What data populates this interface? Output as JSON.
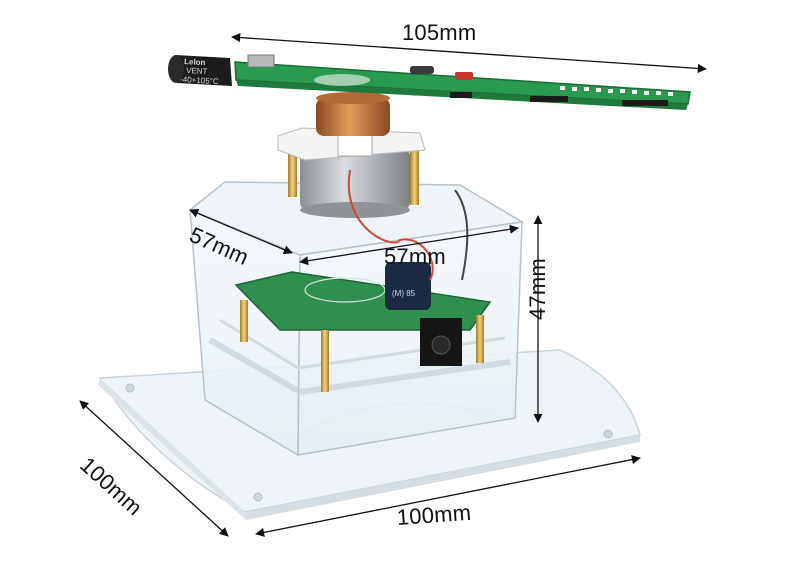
{
  "dimensions": {
    "pcb_length": "105mm",
    "box_depth": "57mm",
    "box_width": "57mm",
    "box_height": "47mm",
    "base_depth": "100mm",
    "base_width": "100mm"
  },
  "capacitor_text": {
    "brand": "Lelon",
    "series": "VENT",
    "rating": "-40+105°C"
  }
}
